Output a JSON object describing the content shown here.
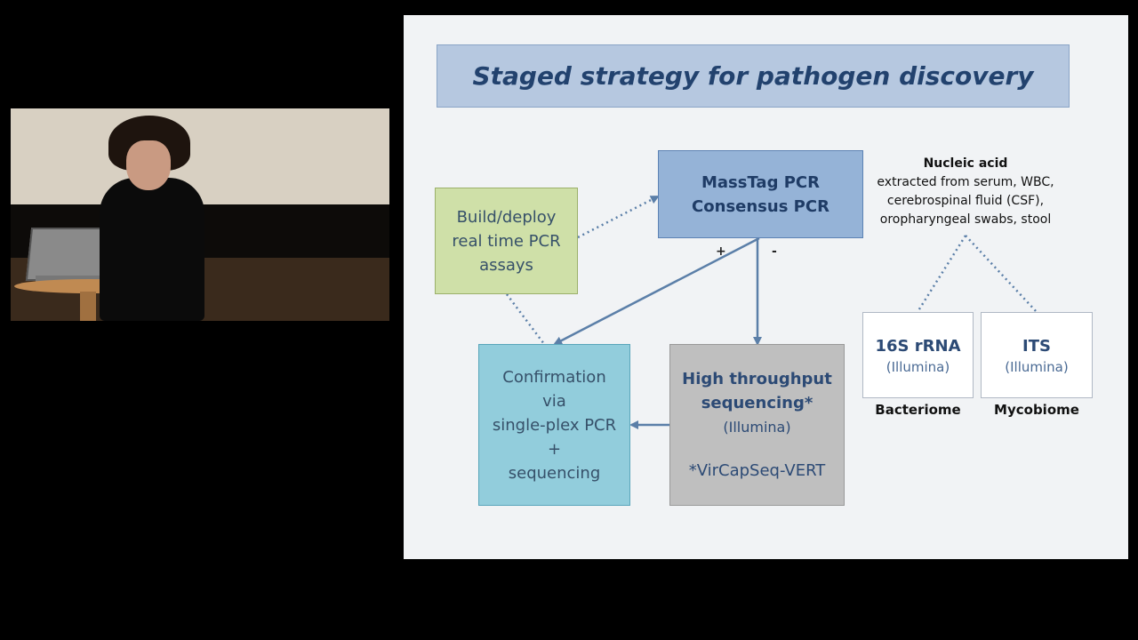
{
  "slide": {
    "title": "Staged strategy for pathogen discovery",
    "realtime_box": {
      "lines": [
        "Build/deploy",
        "real time PCR",
        "assays"
      ]
    },
    "masstag_box": {
      "lines": [
        "MassTag PCR",
        "Consensus PCR"
      ]
    },
    "confirmation_box": {
      "lines": [
        "Confirmation",
        "via",
        "single-plex PCR",
        "+",
        "sequencing"
      ]
    },
    "hts_box": {
      "line1": "High throughput",
      "line2": "sequencing*",
      "platform": "(Illumina)",
      "note": "*VirCapSeq-VERT"
    },
    "nucleic_acid": {
      "heading": "Nucleic acid",
      "lines": [
        "extracted from serum, WBC,",
        "cerebrospinal fluid (CSF),",
        "oropharyngeal swabs, stool"
      ]
    },
    "rrna_box": {
      "name": "16S rRNA",
      "platform": "(Illumina)",
      "label": "Bacteriome"
    },
    "its_box": {
      "name": "ITS",
      "platform": "(Illumina)",
      "label": "Mycobiome"
    },
    "plus_sign": "+",
    "minus_sign": "-"
  },
  "colors": {
    "title_fill": "#b6c8e0",
    "realtime_fill": "#cfe0a8",
    "masstag_fill": "#95b3d7",
    "confirmation_fill": "#92cddc",
    "hts_fill": "#bfbfbf",
    "arrow": "#5b7fa8"
  }
}
